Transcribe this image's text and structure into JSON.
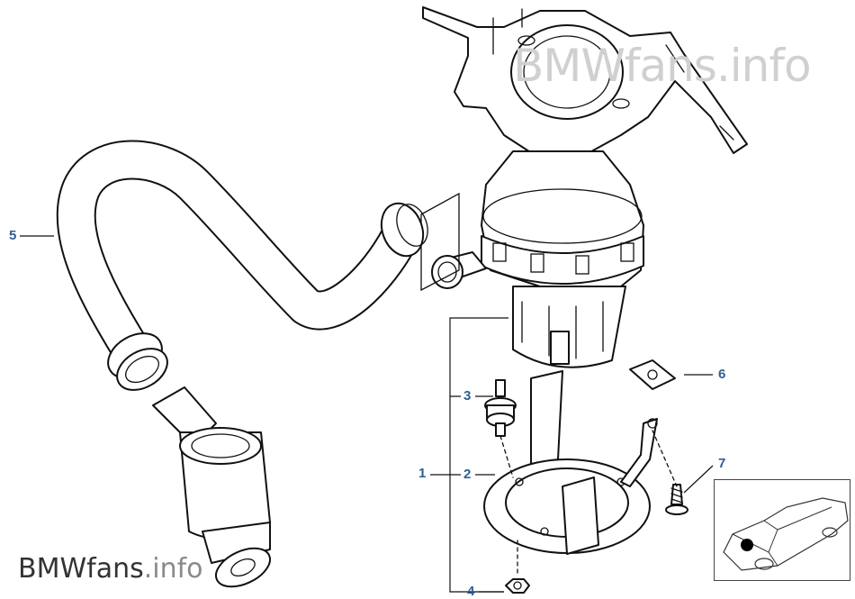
{
  "watermark": {
    "top": "BMWfans.info",
    "bottom_brand": "BMWfans",
    "bottom_suffix": ".info"
  },
  "callouts": [
    {
      "id": "1",
      "label": "1"
    },
    {
      "id": "2",
      "label": "2"
    },
    {
      "id": "3",
      "label": "3"
    },
    {
      "id": "4",
      "label": "4"
    },
    {
      "id": "5",
      "label": "5"
    },
    {
      "id": "6",
      "label": "6"
    },
    {
      "id": "7",
      "label": "7"
    }
  ],
  "colors": {
    "callout": "#2e5f93",
    "line": "#111111",
    "watermark_top": "#d0d0d0",
    "locator_dot": "#000000"
  }
}
